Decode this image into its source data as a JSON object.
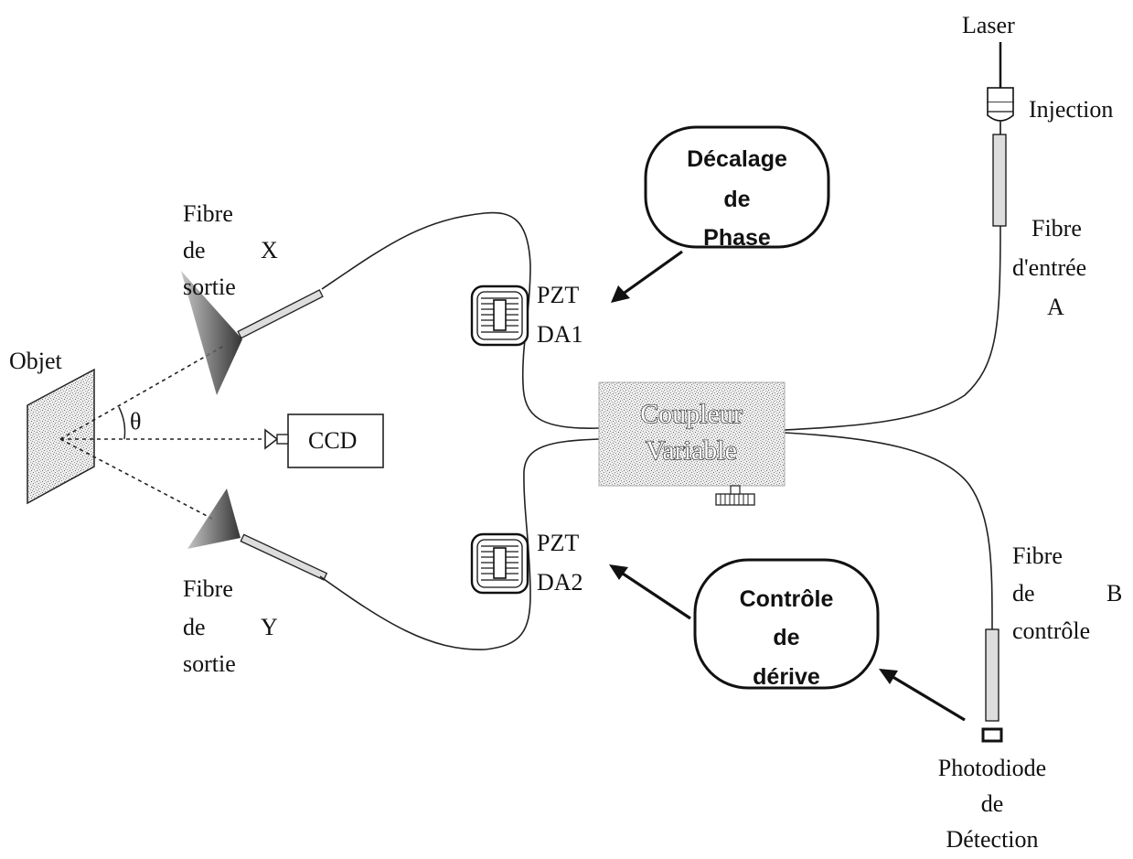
{
  "labels": {
    "laser": "Laser",
    "injection": "Injection",
    "fiber_input_l1": "Fibre",
    "fiber_input_l2": "d'entrée",
    "fiber_input_l3": "A",
    "fiber_x_l1": "Fibre",
    "fiber_x_l2a": "de",
    "fiber_x_l2b": "X",
    "fiber_x_l3": "sortie",
    "fiber_y_l1": "Fibre",
    "fiber_y_l2a": "de",
    "fiber_y_l2b": "Y",
    "fiber_y_l3": "sortie",
    "fiber_b_l1": "Fibre",
    "fiber_b_l2a": "de",
    "fiber_b_l2b": "B",
    "fiber_b_l3": "contrôle",
    "object": "Objet",
    "theta": "θ",
    "ccd": "CCD",
    "pzt1_l1": "PZT",
    "pzt1_l2": "DA1",
    "pzt2_l1": "PZT",
    "pzt2_l2": "DA2",
    "phase_shift_l1": "Décalage",
    "phase_shift_l2": "de",
    "phase_shift_l3": "Phase",
    "drift_control_l1": "Contrôle",
    "drift_control_l2": "de",
    "drift_control_l3": "dérive",
    "coupler_l1": "Coupleur",
    "coupler_l2": "Variable",
    "photodiode_l1": "Photodiode",
    "photodiode_l2": "de",
    "photodiode_l3": "Détection"
  }
}
